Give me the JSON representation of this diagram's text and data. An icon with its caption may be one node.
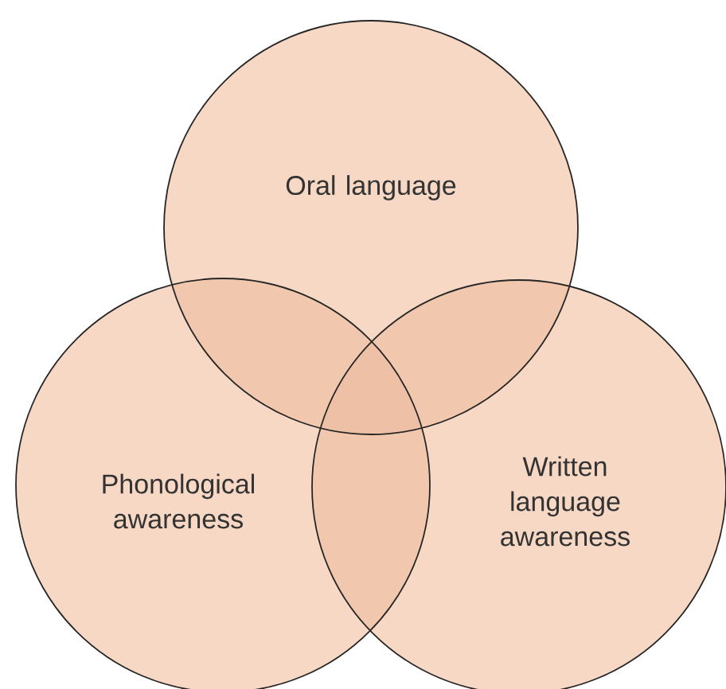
{
  "diagram": {
    "nodes": [
      {
        "text": [
          "Oral language"
        ]
      },
      {
        "text": [
          "Phonological awareness"
        ]
      },
      {
        "text": [
          "Written language awareness"
        ]
      }
    ]
  }
}
